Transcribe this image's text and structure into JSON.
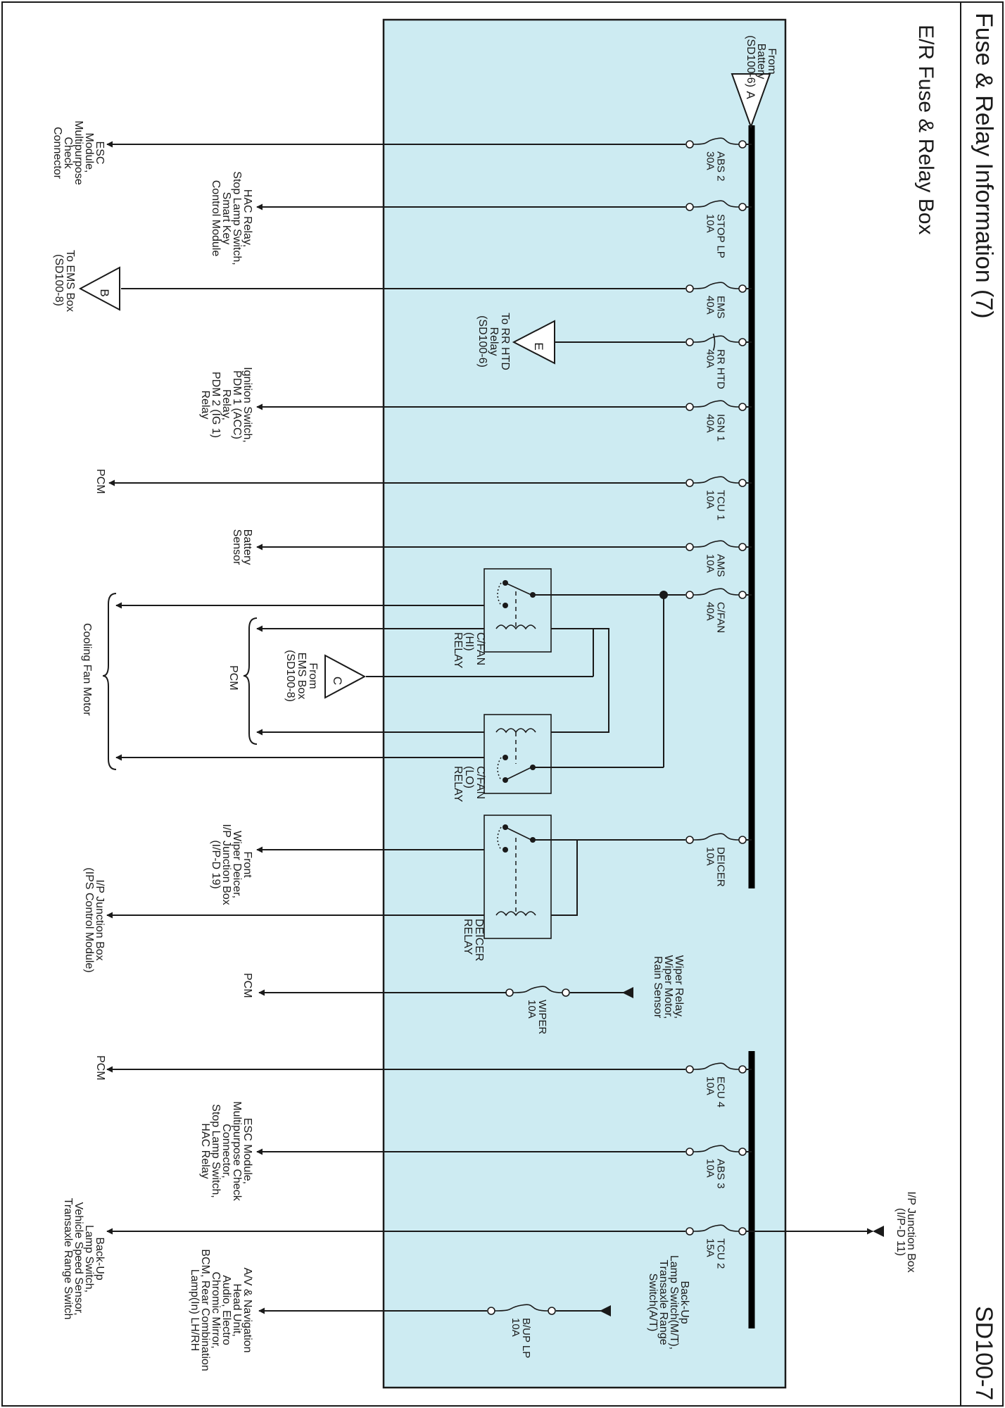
{
  "page": {
    "title": "Fuse & Relay Information (7)",
    "subtitle": "E/R Fuse & Relay Box",
    "page_code": "SD100-7"
  },
  "colors": {
    "box_fill": "#cdebf2",
    "wire": "#1a1a1a",
    "bus": "#000000"
  },
  "connectors": {
    "A": {
      "letter": "A",
      "lines": [
        "From",
        "Battery",
        "(SD100-6)"
      ]
    },
    "B": {
      "letter": "B",
      "lines": [
        "To EMS Box",
        "(SD100-8)"
      ]
    },
    "C": {
      "letter": "C",
      "lines": [
        "From",
        "EMS Box",
        "(SD100-8)"
      ]
    },
    "E": {
      "letter": "E",
      "lines": [
        "To RR HTD",
        "Relay",
        "(SD100-6)"
      ]
    }
  },
  "fuses": [
    {
      "id": "abs2",
      "name": "ABS 2",
      "rating": "30A"
    },
    {
      "id": "stoplp",
      "name": "STOP LP",
      "rating": "10A"
    },
    {
      "id": "ems",
      "name": "EMS",
      "rating": "40A"
    },
    {
      "id": "rrhtd",
      "name": "RR HTD",
      "rating": "40A"
    },
    {
      "id": "ign1",
      "name": "IGN 1",
      "rating": "40A"
    },
    {
      "id": "tcu1",
      "name": "TCU 1",
      "rating": "10A"
    },
    {
      "id": "ams",
      "name": "AMS",
      "rating": "10A"
    },
    {
      "id": "cfan",
      "name": "C/FAN",
      "rating": "40A"
    },
    {
      "id": "deicer",
      "name": "DEICER",
      "rating": "10A"
    },
    {
      "id": "wiper",
      "name": "WIPER",
      "rating": "10A"
    },
    {
      "id": "ecu4",
      "name": "ECU 4",
      "rating": "10A"
    },
    {
      "id": "abs3",
      "name": "ABS 3",
      "rating": "10A"
    },
    {
      "id": "tcu2",
      "name": "TCU 2",
      "rating": "15A"
    },
    {
      "id": "buplp",
      "name": "B/UP LP",
      "rating": "10A"
    }
  ],
  "relays": {
    "hi": {
      "lines": [
        "C/FAN",
        "(HI)",
        "RELAY"
      ]
    },
    "lo": {
      "lines": [
        "C/FAN",
        "(LO)",
        "RELAY"
      ]
    },
    "deicer": {
      "lines": [
        "DEICER",
        "RELAY"
      ]
    }
  },
  "destinations": {
    "abs2": [
      "ESC",
      "Module,",
      "Multipurpose",
      "Check",
      "Connector"
    ],
    "stoplp": [
      "HAC Relay,",
      "Stop Lamp Switch,",
      "Smart Key",
      "Control Module"
    ],
    "ign1": [
      "Ignition Switch,",
      "PDM 1 (ACC)",
      "Relay,",
      "PDM 2 (IG 1)",
      "Relay"
    ],
    "tcu1": [
      "PCM"
    ],
    "ams": [
      "Battery",
      "Sensor"
    ],
    "cooling_fan": [
      "Cooling Fan Motor"
    ],
    "pcm_relay": [
      "PCM"
    ],
    "front_wiper": [
      "Front",
      "Wiper Deicer,",
      "I/P Junction Box",
      "(I/P-D 19)"
    ],
    "ipjb_ips": [
      "I/P Junction Box",
      "(IPS Control Module)"
    ],
    "wiper_out": [
      "PCM"
    ],
    "ecu4": [
      "PCM"
    ],
    "abs3": [
      "ESC Module,",
      "Multipurpose Check",
      "Connector,",
      "Stop Lamp Switch,",
      "HAC Relay"
    ],
    "tcu2": [
      "Back-Up",
      "Lamp Switch,",
      "Vehicle Speed Sensor,",
      "Transaxle Range Switch"
    ],
    "buplp": [
      "A/V & Navigation",
      "Head Unit,",
      "Audio, Electro",
      "Chromic Mirror,",
      "BCM, Rear Combination",
      "Lamp(In) LH/RH"
    ]
  },
  "sources": {
    "wiper_in": [
      "Wiper Relay,",
      "Wiper Motor,",
      "Rain Sensor"
    ],
    "buplp_in": [
      "Back-Up",
      "Lamp Switch(M/T),",
      "Transaxle Range",
      "Switch(A/T)"
    ],
    "ipjb_in": [
      "I/P Junction Box",
      "(I/P-D 11)"
    ]
  }
}
